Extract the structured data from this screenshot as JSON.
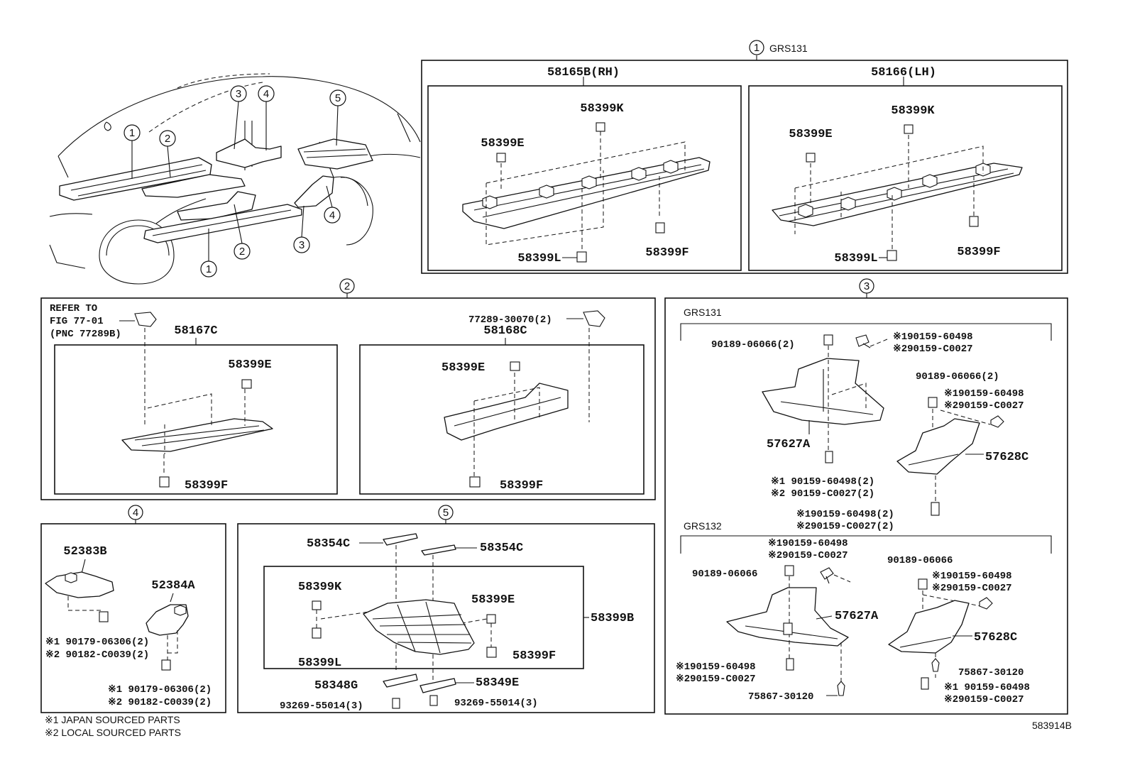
{
  "header": {
    "circle": "1",
    "model": "GRS131"
  },
  "overview": {
    "callouts": [
      "1",
      "2",
      "3",
      "4",
      "5",
      "1",
      "2",
      "3",
      "4"
    ]
  },
  "panel1": {
    "left": {
      "title": "58165B(RH)",
      "parts": [
        "58399K",
        "58399E",
        "58399L",
        "58399F"
      ]
    },
    "right": {
      "title": "58166(LH)",
      "parts": [
        "58399K",
        "58399E",
        "58399L",
        "58399F"
      ]
    }
  },
  "panel2": {
    "circle": "2",
    "refer": [
      "REFER TO",
      "FIG 77-01",
      "(PNC 77289B)"
    ],
    "left": {
      "title": "58167C",
      "parts": [
        "58399E",
        "58399F"
      ]
    },
    "right": {
      "top": "77289-30070(2)",
      "title": "58168C",
      "parts": [
        "58399E",
        "58399F"
      ]
    }
  },
  "panel3": {
    "circle": "3",
    "grs131": {
      "label": "GRS131",
      "texts": [
        "90189-06066(2)",
        "※190159-60498",
        "※290159-C0027",
        "90189-06066(2)",
        "※190159-60498",
        "※290159-C0027",
        "57627A",
        "57628C",
        "※1 90159-60498(2)",
        "※2 90159-C0027(2)",
        "※190159-60498(2)",
        "※290159-C0027(2)"
      ]
    },
    "grs132": {
      "label": "GRS132",
      "texts": [
        "※190159-60498",
        "※290159-C0027",
        "90189-06066",
        "57627A",
        "90189-06066",
        "※190159-60498",
        "※290159-C0027",
        "57628C",
        "※190159-60498",
        "※290159-C0027",
        "75867-30120",
        "75867-30120",
        "※1 90159-60498",
        "※290159-C0027"
      ]
    }
  },
  "panel4": {
    "circle": "4",
    "texts": [
      "52383B",
      "52384A",
      "※1 90179-06306(2)",
      "※2 90182-C0039(2)",
      "※1 90179-06306(2)",
      "※2 90182-C0039(2)"
    ]
  },
  "panel5": {
    "circle": "5",
    "texts": [
      "58354C",
      "58354C",
      "58399K",
      "58399E",
      "58399B",
      "58399L",
      "58399F",
      "58348G",
      "58349E",
      "93269-55014(3)",
      "93269-55014(3)"
    ]
  },
  "footnotes": [
    "※1  JAPAN SOURCED PARTS",
    "※2  LOCAL SOURCED PARTS"
  ],
  "figure_id": "583914B"
}
